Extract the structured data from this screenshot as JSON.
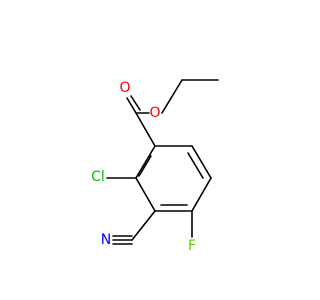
{
  "molecule": {
    "atoms": {
      "carbonyl_oxygen": {
        "label": "O",
        "color": "#ff0000"
      },
      "ester_oxygen": {
        "label": "O",
        "color": "#ff0000"
      },
      "chlorine": {
        "label": "Cl",
        "color": "#00c000"
      },
      "nitrile_nitrogen": {
        "label": "N",
        "color": "#0000ff"
      },
      "fluorine": {
        "label": "F",
        "color": "#66cc00"
      }
    },
    "bond_color": "#000000"
  }
}
